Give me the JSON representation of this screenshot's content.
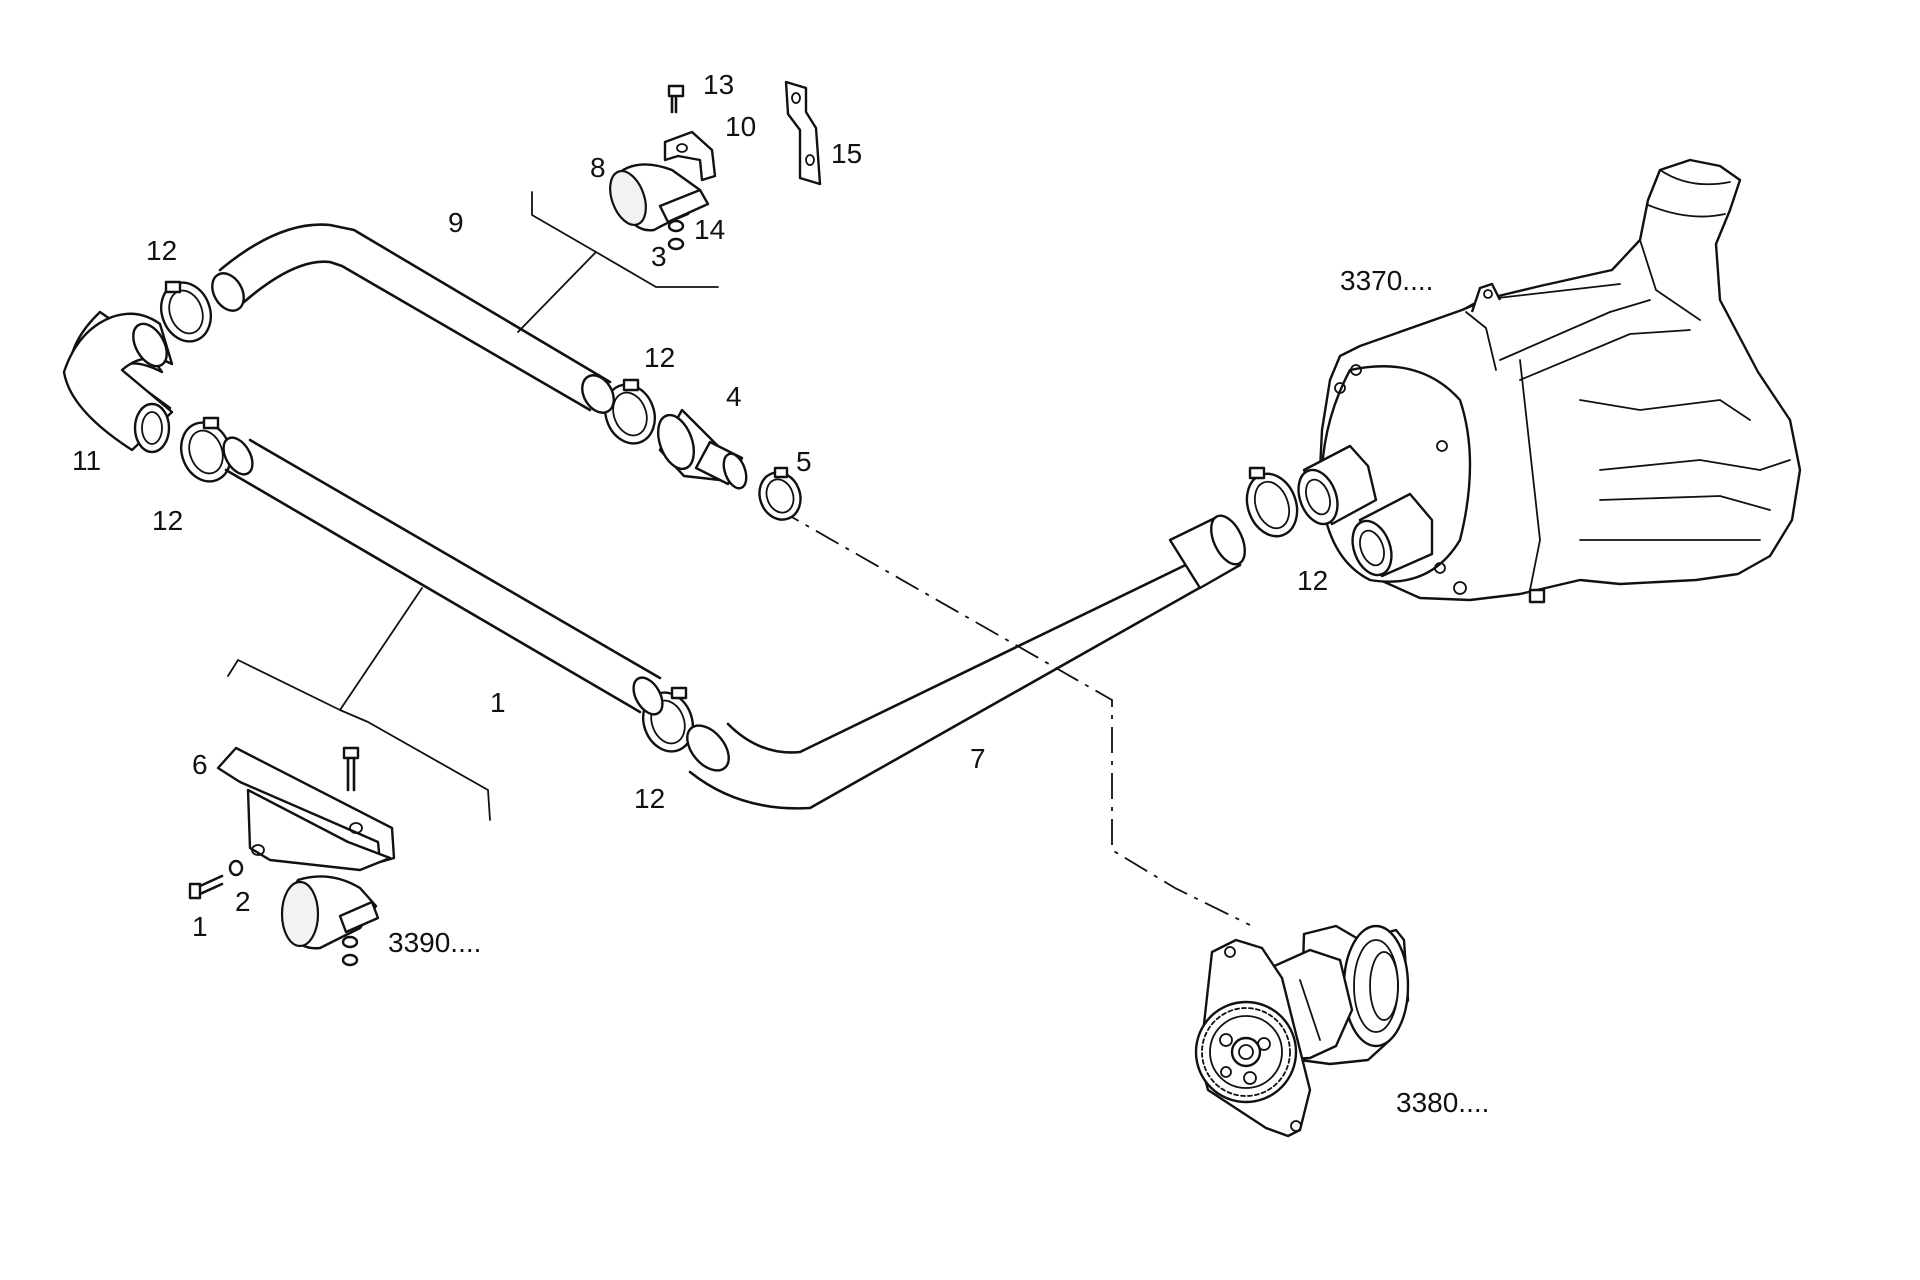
{
  "labels": {
    "l13": "13",
    "l10": "10",
    "l15": "15",
    "l8": "8",
    "l9": "9",
    "l14": "14",
    "l3": "3",
    "l12a": "12",
    "l12b": "12",
    "l12c": "12",
    "l12d": "12",
    "l12e": "12",
    "l4": "4",
    "l5": "5",
    "l11": "11",
    "l1a": "1",
    "l1b": "1",
    "l6": "6",
    "l2": "2",
    "l7": "7",
    "ref3370": "3370....",
    "ref3390": "3390....",
    "ref3380": "3380...."
  }
}
